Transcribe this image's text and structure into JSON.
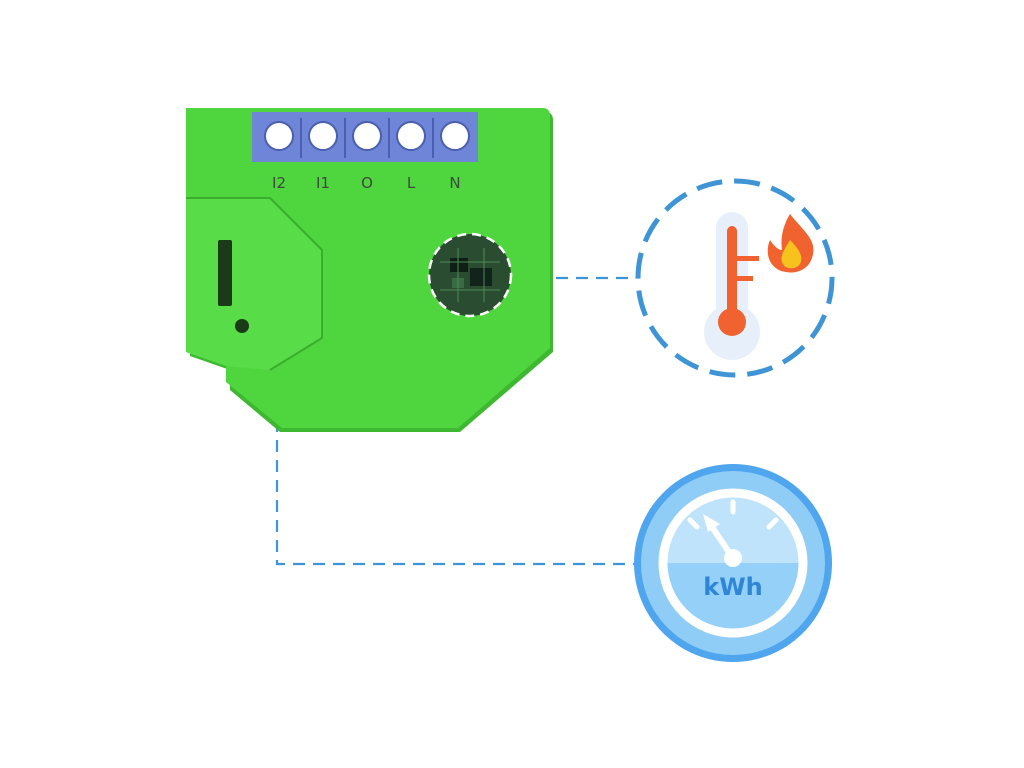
{
  "device": {
    "terminals": [
      {
        "label": "I2"
      },
      {
        "label": "I1"
      },
      {
        "label": "O"
      },
      {
        "label": "L"
      },
      {
        "label": "N"
      }
    ],
    "colors": {
      "body": "#4fd63f",
      "body_dark": "#3fb831",
      "terminal_block": "#6f86d8",
      "terminal_screw": "#ffffff",
      "chip": "#1f3d2a"
    }
  },
  "callouts": {
    "temperature": {
      "icon": "thermometer-with-flame-icon",
      "border_color": "#3f94d6",
      "thermo_color": "#f0622f",
      "flame_color": "#f7a81d"
    },
    "energy": {
      "icon": "energy-meter-gauge-icon",
      "unit_text": "kWh",
      "fill_color": "#8fcdf7",
      "ring_color": "#3f94d6"
    }
  },
  "connector_color": "#3f94d6"
}
